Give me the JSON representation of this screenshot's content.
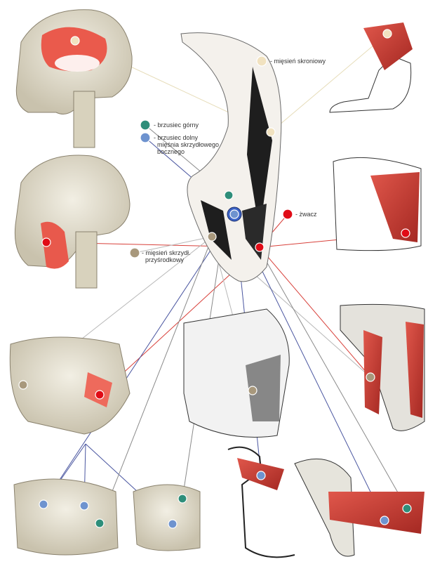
{
  "colors": {
    "temporalis": "#f1e2c0",
    "masseter": "#e00b16",
    "medial_pterygoid": "#a8987c",
    "lateral_upper": "#2e8e7a",
    "lateral_lower": "#6e93cf",
    "muscle_red": "#c7352f",
    "bone": "#ece6d8",
    "line_blue": "#4a56a0",
    "line_red": "#d8403a",
    "line_tan": "#e6dcb8",
    "line_gray": "#b8b8b8"
  },
  "labels": {
    "temporalis": "- mięsień skroniowy",
    "upper_head": "- brzusiec górny",
    "lower_head_1": "- brzusiec dolny",
    "lower_head_2": "mięśnia skrzydłowego",
    "lower_head_3": "bocznego",
    "masseter": "- żwacz",
    "medial_1": "- mięsień skrzydł.",
    "medial_2": "przyśrodkowy"
  }
}
